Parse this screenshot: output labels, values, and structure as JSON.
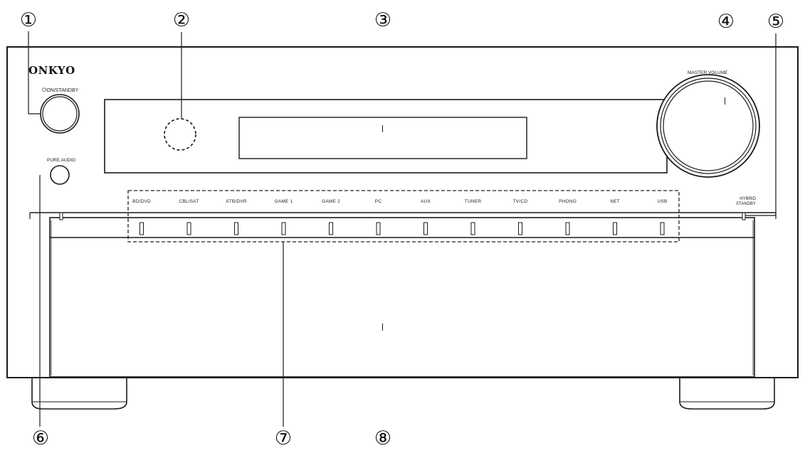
{
  "brand": "ONKYO",
  "controls": {
    "power_label": "ON/STANDBY",
    "power_icon": "power-icon",
    "pure_audio_label": "PURE AUDIO",
    "master_volume_label": "MASTER VOLUME",
    "hybrid_standby_line1": "HYBRID",
    "hybrid_standby_line2": "STANDBY"
  },
  "input_selectors": [
    "BD/DVD",
    "CBL/SAT",
    "STB/DVR",
    "GAME 1",
    "GAME 2",
    "PC",
    "AUX",
    "TUNER",
    "TV/CD",
    "PHONO",
    "NET",
    "USB"
  ],
  "callouts": [
    "①",
    "②",
    "③",
    "④",
    "⑤",
    "⑥",
    "⑦",
    "⑧"
  ],
  "colors": {
    "line": "#1a1a1a",
    "panel": "#ffffff",
    "dashed": "#222222"
  }
}
